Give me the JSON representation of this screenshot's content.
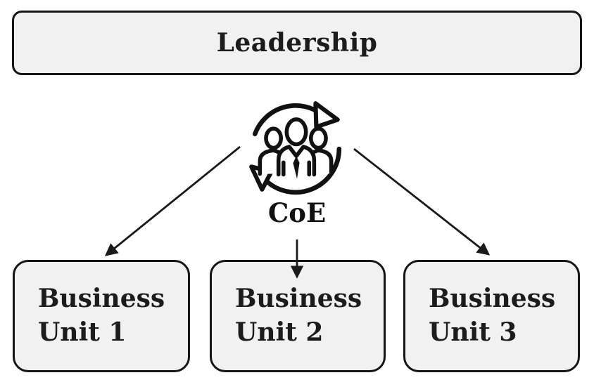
{
  "diagram": {
    "leadership": {
      "label": "Leadership"
    },
    "coe": {
      "label": "CoE",
      "icon": "team-cycle-icon"
    },
    "units": [
      {
        "label": "Business Unit 1"
      },
      {
        "label": "Business Unit 2"
      },
      {
        "label": "Business Unit 3"
      }
    ],
    "connections": [
      {
        "from": "CoE",
        "to": "Business Unit 1"
      },
      {
        "from": "CoE",
        "to": "Business Unit 2"
      },
      {
        "from": "CoE",
        "to": "Business Unit 3"
      }
    ],
    "colors": {
      "box_fill": "#f1f1f1",
      "box_border": "#161616",
      "text": "#1c1c1c",
      "arrow": "#1a1a1a",
      "background": "#ffffff"
    }
  }
}
